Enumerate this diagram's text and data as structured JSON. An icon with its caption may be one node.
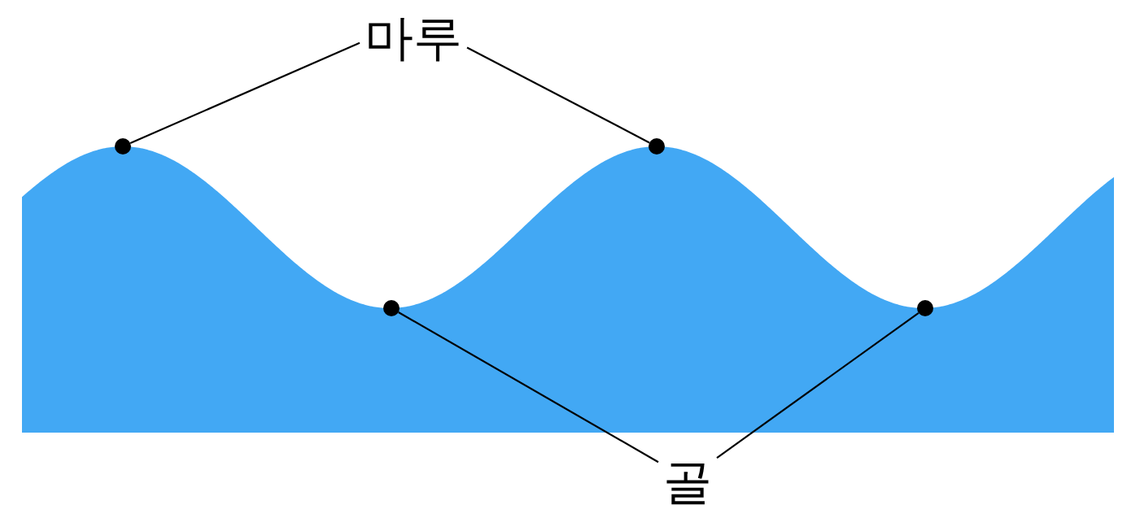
{
  "diagram": {
    "nodes": [
      {
        "text": [
          "마루"
        ]
      },
      {
        "text": [
          "골"
        ]
      },
      {
        "text": [],
        "shape": "circle"
      },
      {
        "text": [],
        "shape": "circle"
      },
      {
        "text": [],
        "shape": "circle"
      },
      {
        "text": [],
        "shape": "circle"
      }
    ],
    "edges": [
      {
        "from": 0,
        "to": 2,
        "arrow": "none"
      },
      {
        "from": 0,
        "to": 3,
        "arrow": "none"
      },
      {
        "from": 1,
        "to": 4,
        "arrow": "none"
      },
      {
        "from": 1,
        "to": 5,
        "arrow": "none"
      }
    ]
  }
}
